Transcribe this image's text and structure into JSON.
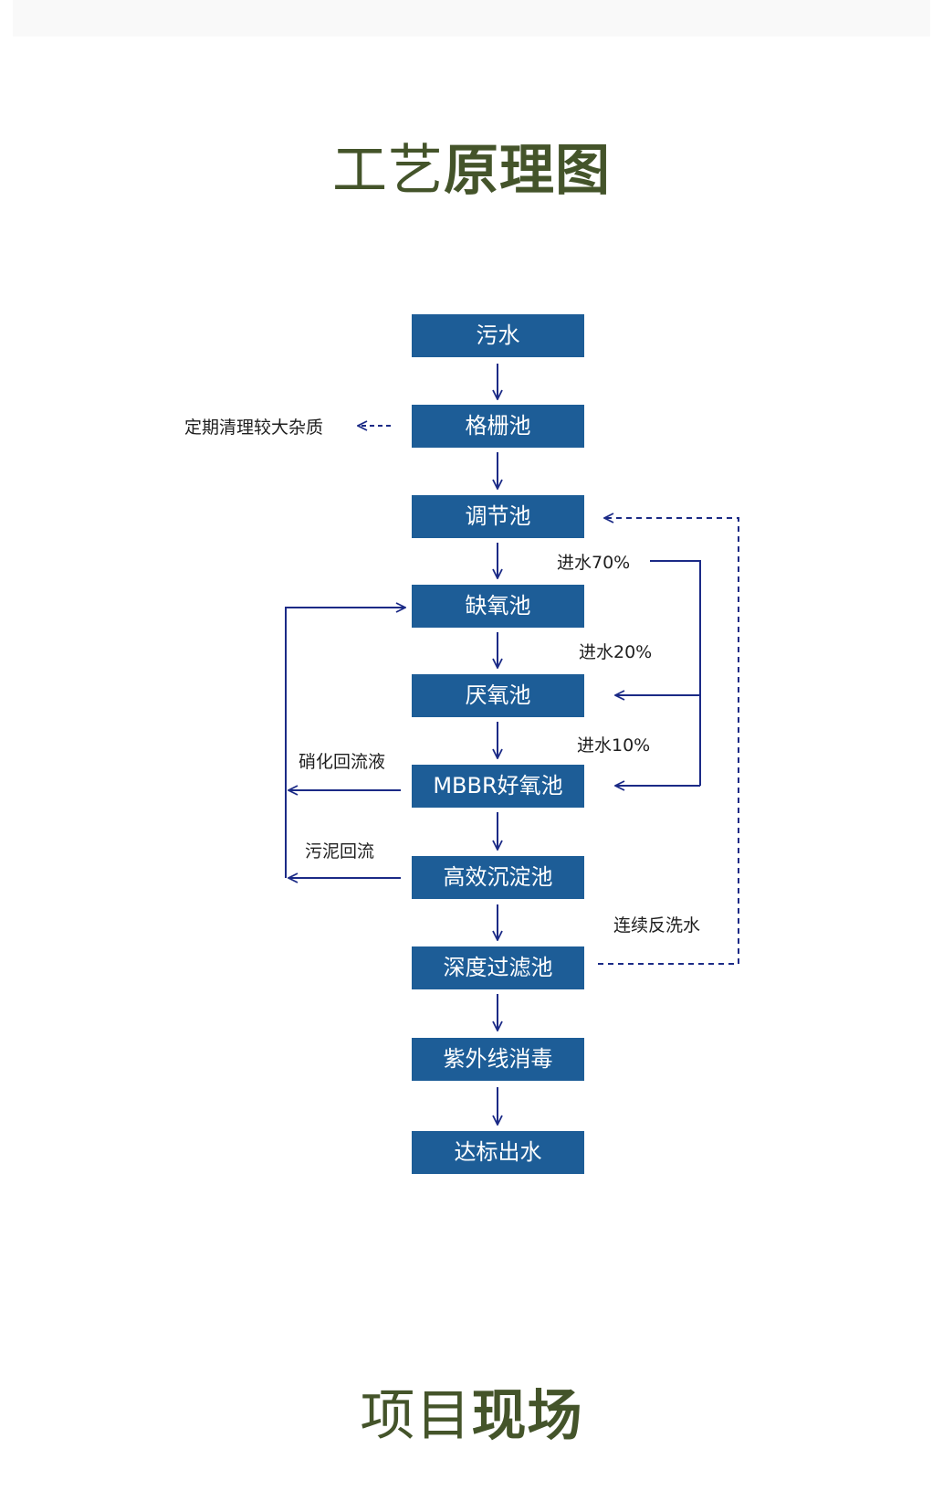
{
  "titles": {
    "process": {
      "light": "工艺",
      "bold": "原理图"
    },
    "site": {
      "light": "项目",
      "bold": "现场"
    }
  },
  "diagram": {
    "steps": [
      "污水",
      "格栅池",
      "调节池",
      "缺氧池",
      "厌氧池",
      "MBBR好氧池",
      "高效沉淀池",
      "深度过滤池",
      "紫外线消毒",
      "达标出水"
    ],
    "labels": {
      "screen_removal": "定期清理较大杂质",
      "inflow_70": "进水70%",
      "inflow_20": "进水20%",
      "inflow_10": "进水10%",
      "nitrate_return": "硝化回流液",
      "sludge_return": "污泥回流",
      "backwash": "连续反洗水"
    }
  },
  "colors": {
    "box": "#1d5d97",
    "arrow": "#1b2a86",
    "title": "#44542a"
  }
}
